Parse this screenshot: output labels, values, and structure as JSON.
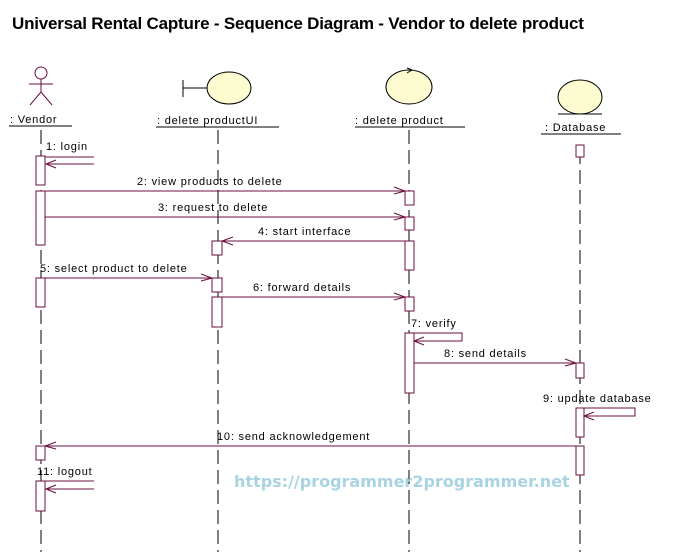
{
  "title": "Universal Rental Capture - Sequence Diagram - Vendor to delete product",
  "watermark": "https://programmer2programmer.net",
  "colors": {
    "line": "#6b1040",
    "lifeline": "#000000",
    "object_fill": "#fcfcd0",
    "watermark": "#a8d3e3"
  },
  "lifelines": [
    {
      "id": "vendor",
      "label": ": Vendor",
      "icon": "actor-icon"
    },
    {
      "id": "ui",
      "label": ": delete productUI",
      "icon": "boundary-icon"
    },
    {
      "id": "ctrl",
      "label": ": delete product",
      "icon": "control-icon"
    },
    {
      "id": "db",
      "label": ": Database",
      "icon": "entity-icon"
    }
  ],
  "messages": [
    {
      "num": "1",
      "label": "1: login",
      "from": "vendor",
      "to": "vendor",
      "self": true
    },
    {
      "num": "2",
      "label": "2: view products to delete",
      "from": "vendor",
      "to": "ctrl"
    },
    {
      "num": "3",
      "label": "3: request to delete",
      "from": "vendor",
      "to": "ctrl"
    },
    {
      "num": "4",
      "label": "4: start interface",
      "from": "ctrl",
      "to": "ui"
    },
    {
      "num": "5",
      "label": "5: select product to delete",
      "from": "vendor",
      "to": "ui"
    },
    {
      "num": "6",
      "label": "6: forward details",
      "from": "ui",
      "to": "ctrl"
    },
    {
      "num": "7",
      "label": "7: verify",
      "from": "ctrl",
      "to": "ctrl",
      "self": true
    },
    {
      "num": "8",
      "label": "8: send details",
      "from": "ctrl",
      "to": "db"
    },
    {
      "num": "9",
      "label": "9: update database",
      "from": "db",
      "to": "db",
      "self": true
    },
    {
      "num": "10",
      "label": "10: send acknowledgement",
      "from": "db",
      "to": "vendor"
    },
    {
      "num": "11",
      "label": "11: logout",
      "from": "vendor",
      "to": "vendor",
      "self": true
    }
  ]
}
